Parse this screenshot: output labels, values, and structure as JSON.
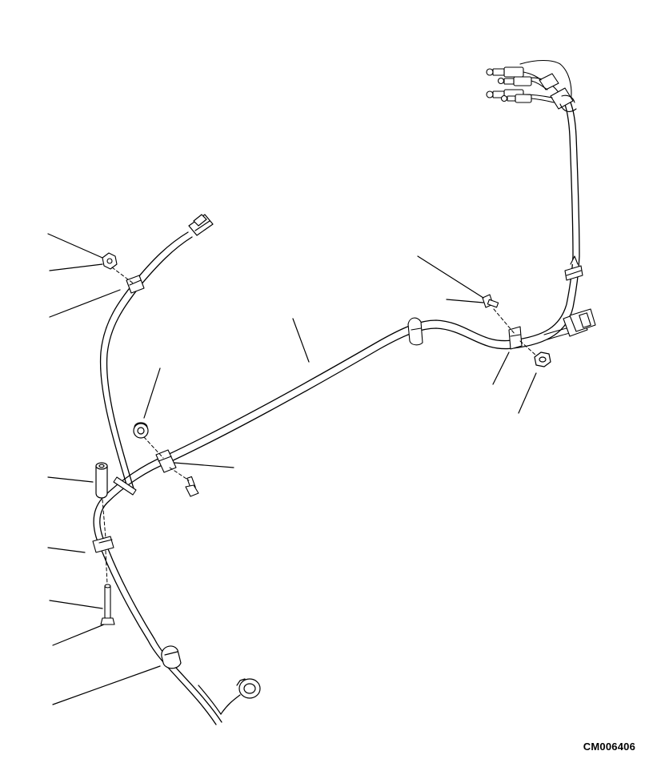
{
  "figure": {
    "code": "CM006406"
  },
  "colors": {
    "line": "#000000",
    "background": "#ffffff",
    "part_fill": "#ffffff",
    "part_shade": "#dcdcdc"
  },
  "parts": [
    {
      "id": "upper-wiring-harness-connector",
      "kind": "connector"
    },
    {
      "id": "front-wiring-harness-connector",
      "kind": "connector"
    },
    {
      "id": "lower-wiring-harness-plug",
      "kind": "connector"
    },
    {
      "id": "right-side-connector",
      "kind": "connector"
    },
    {
      "id": "flange-nut",
      "kind": "nut"
    },
    {
      "id": "harness-clip",
      "kind": "clip"
    },
    {
      "id": "spacer",
      "kind": "spacer"
    },
    {
      "id": "bolt",
      "kind": "bolt"
    },
    {
      "id": "long-bolt",
      "kind": "bolt"
    },
    {
      "id": "grommet",
      "kind": "grommet"
    }
  ]
}
